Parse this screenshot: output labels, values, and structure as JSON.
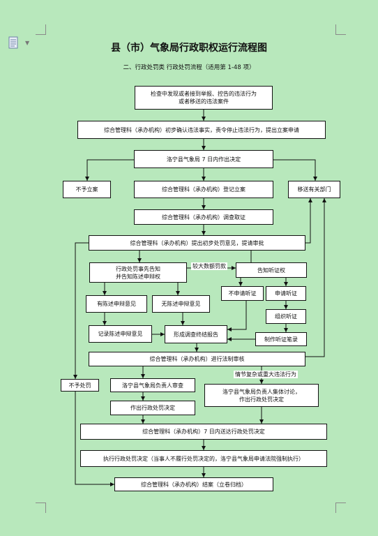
{
  "document": {
    "title": "县（市）气象局行政职权运行流程图",
    "subtitle": "二、行政处罚类    行政处罚流程（适用第 1-48 项）"
  },
  "nodes": {
    "start": "检查中发现或者接到举报、控告的违法行为\n或者移送的违法案件",
    "confirm": "综合管理科（承办机构）初步确认违法事实，责令停止违法行为，提出立案申请",
    "decide7": "洛宁县气象局 7 日内作出决定",
    "no_file": "不予立案",
    "register": "综合管理科（承办机构）登记立案",
    "transfer": "移送有关部门",
    "investigate": "综合管理科（承办机构）调查取证",
    "propose": "综合管理科（承办机构）提出初步处罚意见，提请审批",
    "notify": "行政处罚事先告知\n并告知陈述申辩权",
    "hearing_notice": "告知听证权",
    "no_hearing": "不申请听证",
    "apply_hearing": "申请听证",
    "has_defense": "有陈述申辩意见",
    "no_defense": "无陈述申辩意见",
    "organize_hearing": "组织听证",
    "record_defense": "记录陈述申辩意见",
    "report": "形成调查终结报告",
    "hearing_record": "制作听证笔录",
    "legal_review": "综合管理科（承办机构）进行法制审核",
    "no_penalty": "不予处罚",
    "head_review": "洛宁县气象局负责人审查",
    "collective": "洛宁县气象局负责人集体讨论，\n作出行政处罚决定",
    "make_decision": "作出行政处罚决定",
    "serve": "综合管理科（承办机构）7 日内送达行政处罚决定",
    "execute": "执行行政处罚决定（当事人不履行处罚决定的，洛宁县气象局申请法院强制执行）",
    "close": "综合管理科（承办机构）结案（立卷归档）"
  },
  "labels": {
    "large_fine": "较大数额罚款",
    "complex_case": "情节复杂或重大违法行为"
  }
}
